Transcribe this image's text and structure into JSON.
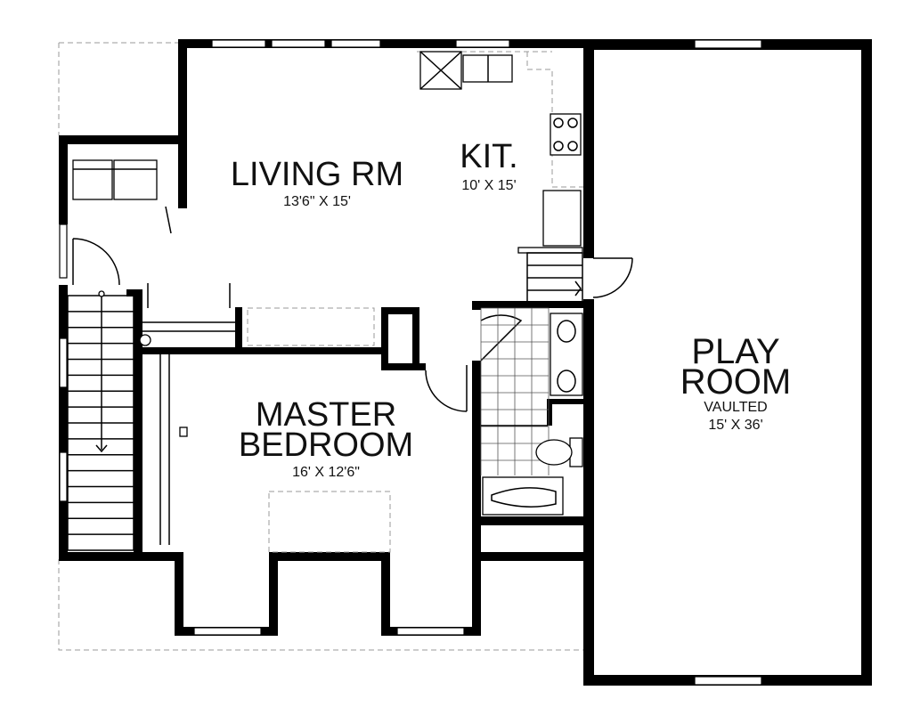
{
  "rooms": {
    "living": {
      "name": "LIVING RM",
      "size": "13'6\" X 15'"
    },
    "kitchen": {
      "name": "KIT.",
      "size": "10' X 15'"
    },
    "master": {
      "name_line1": "MASTER",
      "name_line2": "BEDROOM",
      "size": "16' X 12'6\""
    },
    "play": {
      "name_line1": "PLAY",
      "name_line2": "ROOM",
      "note": "VAULTED",
      "size": "15' X 36'"
    }
  },
  "stairs": {
    "main": {
      "direction": "down",
      "steps": 16
    },
    "kitchen": {
      "direction": "down",
      "steps": 4
    }
  }
}
